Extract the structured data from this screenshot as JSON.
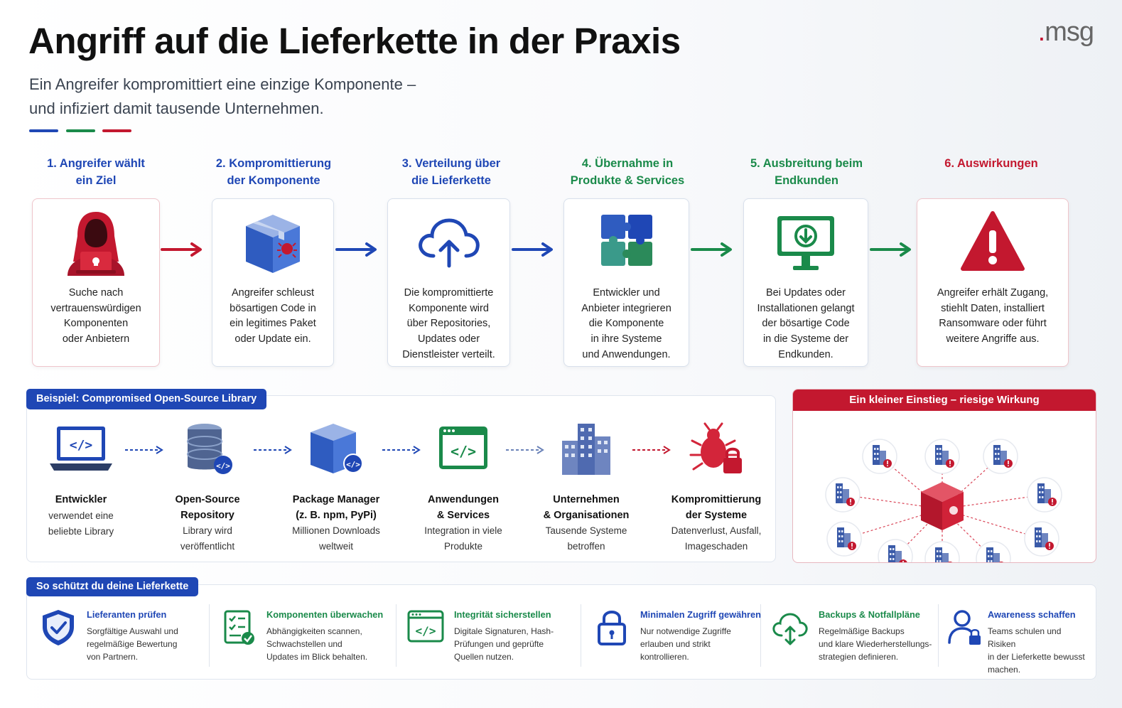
{
  "header": {
    "title": "Angriff auf die Lieferkette in der Praxis",
    "subtitle_line1": "Ein Angreifer kompromittiert eine einzige Komponente –",
    "subtitle_line2": "und infiziert damit tausende Unternehmen.",
    "logo_dot": ".",
    "logo_text": "msg"
  },
  "colors": {
    "blue": "#1f47b5",
    "green": "#1a8a4a",
    "red": "#c3182f"
  },
  "steps": [
    {
      "title1": "1. Angreifer wählt",
      "title2": "ein Ziel",
      "icon": "hacker-icon",
      "lines": [
        "Suche nach",
        "vertrauenswürdigen",
        "Komponenten",
        "oder Anbietern"
      ]
    },
    {
      "title1": "2. Kompromittierung",
      "title2": "der Komponente",
      "icon": "infected-package-icon",
      "lines": [
        "Angreifer schleust",
        "bösartigen Code in",
        "ein legitimes Paket",
        "oder Update ein."
      ]
    },
    {
      "title1": "3. Verteilung über",
      "title2": "die Lieferkette",
      "icon": "cloud-upload-icon",
      "lines": [
        "Die kompromittierte",
        "Komponente wird",
        "über Repositories,",
        "Updates oder",
        "Dienstleister verteilt."
      ]
    },
    {
      "title1": "4. Übernahme in",
      "title2": "Produkte & Services",
      "icon": "puzzle-icon",
      "lines": [
        "Entwickler und",
        "Anbieter integrieren",
        "die Komponente",
        "in ihre Systeme",
        "und Anwendungen."
      ]
    },
    {
      "title1": "5. Ausbreitung beim",
      "title2": "Endkunden",
      "icon": "monitor-download-icon",
      "lines": [
        "Bei Updates oder",
        "Installationen gelangt",
        "der bösartige Code",
        "in die Systeme der",
        "Endkunden."
      ]
    },
    {
      "title1": "",
      "title2": "6. Auswirkungen",
      "icon": "warning-icon",
      "lines": [
        "Angreifer erhält Zugang,",
        "stiehlt Daten, installiert",
        "Ransomware oder führt",
        "weitere Angriffe aus."
      ]
    }
  ],
  "example": {
    "tag": "Beispiel: Compromised Open-Source Library",
    "items": [
      {
        "h1": "Entwickler",
        "h2": "",
        "d1": "verwendet eine",
        "d2": "beliebte Library",
        "icon": "laptop-code-icon"
      },
      {
        "h1": "Open-Source",
        "h2": "Repository",
        "d1": "Library wird",
        "d2": "veröffentlicht",
        "icon": "database-icon"
      },
      {
        "h1": "Package Manager",
        "h2": "(z. B. npm, PyPi)",
        "d1": "Millionen Downloads",
        "d2": "weltweit",
        "icon": "package-icon"
      },
      {
        "h1": "Anwendungen",
        "h2": "& Services",
        "d1": "Integration in viele",
        "d2": "Produkte",
        "icon": "app-window-icon"
      },
      {
        "h1": "Unternehmen",
        "h2": "& Organisationen",
        "d1": "Tausende Systeme",
        "d2": "betroffen",
        "icon": "buildings-icon"
      },
      {
        "h1": "Kompromittierung",
        "h2": "der Systeme",
        "d1": "Datenverlust, Ausfall,",
        "d2": "Imageschaden",
        "icon": "bug-lock-icon"
      }
    ]
  },
  "impact": {
    "title": "Ein kleiner Einstieg – riesige Wirkung"
  },
  "protect": {
    "tag": "So schützt du deine Lieferkette",
    "items": [
      {
        "title": "Lieferanten prüfen",
        "lines": [
          "Sorgfältige Auswahl und",
          "regelmäßige Bewertung",
          "von Partnern."
        ],
        "icon": "shield-check-icon"
      },
      {
        "title": "Komponenten überwachen",
        "lines": [
          "Abhängigkeiten scannen,",
          "Schwachstellen und",
          "Updates im Blick behalten."
        ],
        "icon": "checklist-icon"
      },
      {
        "title": "Integrität sicherstellen",
        "lines": [
          "Digitale Signaturen, Hash-",
          "Prüfungen und geprüfte",
          "Quellen nutzen."
        ],
        "icon": "code-window-icon"
      },
      {
        "title": "Minimalen Zugriff gewähren",
        "lines": [
          "Nur notwendige Zugriffe",
          "erlauben und strikt",
          "kontrollieren."
        ],
        "icon": "padlock-icon"
      },
      {
        "title": "Backups & Notfallpläne",
        "lines": [
          "Regelmäßige Backups",
          "und klare Wiederherstellungs-",
          "strategien definieren."
        ],
        "icon": "cloud-sync-icon"
      },
      {
        "title": "Awareness schaffen",
        "lines": [
          "Teams schulen und Risiken",
          "in der Lieferkette bewusst",
          "machen."
        ],
        "icon": "user-lock-icon"
      }
    ]
  }
}
